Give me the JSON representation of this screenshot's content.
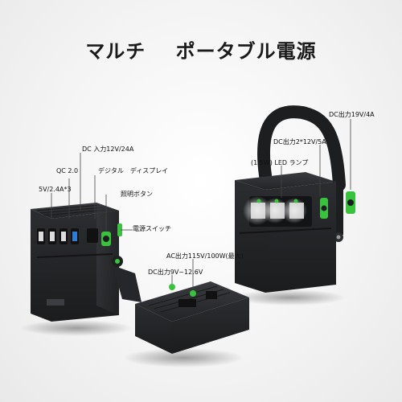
{
  "title": {
    "part1": "マルチ",
    "part2": "ポータブル電源"
  },
  "labels": {
    "dc_in": "DC 入力12V/24A",
    "qc": "QC 2.0",
    "digital_display": "デジタル　ディスプレイ",
    "usb": "5V/2.4A*3",
    "light_button": "照明ボタン",
    "power_switch": "電源スイッチ",
    "ac_out": "AC出力115V/100W(最大)",
    "dc_out_low": "DC出力9V~12.6V",
    "led_lamp": "(1.5W) LED ランプ",
    "dc_out_2": "DC出力2*12V/5A",
    "dc_out_19": "DC出力19V/4A"
  },
  "colors": {
    "accent": "#39c23d",
    "body": "#2a2b2e",
    "background": "#f1f1f1"
  }
}
